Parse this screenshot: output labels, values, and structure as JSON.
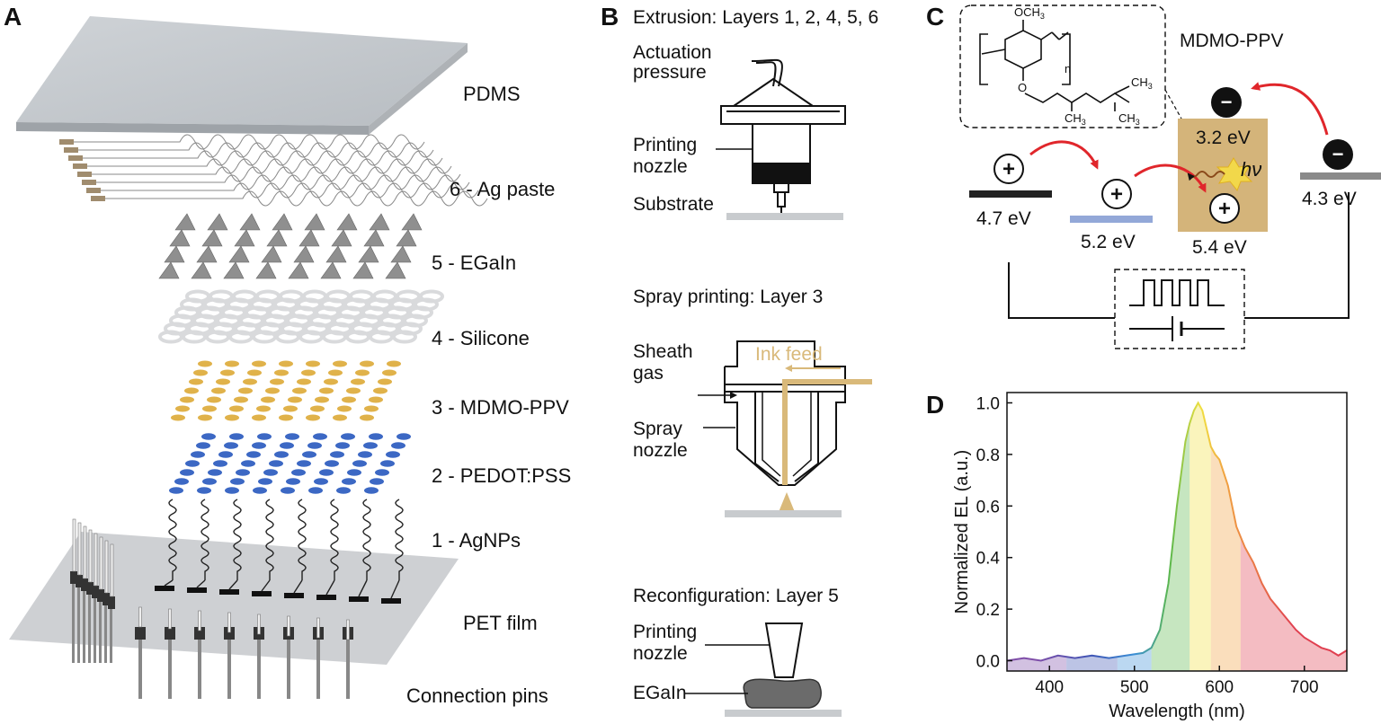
{
  "panels": {
    "a": {
      "letter": "A",
      "layers": {
        "pdms": "PDMS",
        "ag_paste": "6 - Ag paste",
        "egain": "5 - EGaIn",
        "silicone": "4 - Silicone",
        "mdmo": "3 - MDMO-PPV",
        "pedot": "2 - PEDOT:PSS",
        "agnps": "1 - AgNPs",
        "pet": "PET film",
        "pins": "Connection pins"
      },
      "colors": {
        "pdms": "#c3c7cb",
        "ag": "#a08c6e",
        "egain": "#8f8f8f",
        "silicone": "#d9dadc",
        "mdmo": "#e0b24a",
        "pedot": "#3c68c4",
        "pet": "#c6c8cb"
      }
    },
    "b": {
      "letter": "B",
      "extrusion": {
        "title": "Extrusion: Layers 1, 2, 4, 5, 6",
        "actuation": [
          "Actuation",
          "pressure"
        ],
        "nozzle": [
          "Printing",
          "nozzle"
        ],
        "substrate": "Substrate"
      },
      "spray": {
        "title": "Spray printing: Layer 3",
        "sheath": [
          "Sheath",
          "gas"
        ],
        "ink_feed": "Ink feed",
        "nozzle": [
          "Spray",
          "nozzle"
        ]
      },
      "reconfig": {
        "title": "Reconfiguration: Layer 5",
        "nozzle": [
          "Printing",
          "nozzle"
        ],
        "egain": "EGaIn"
      },
      "colors": {
        "ink": "#d9b97a",
        "substrate": "#c8cbce",
        "blob": "#6b6b6b"
      }
    },
    "c": {
      "letter": "C",
      "polymer": "MDMO-PPV",
      "chem": {
        "och3": "OCH",
        "ch3": "CH",
        "sub3": "3",
        "n": "n"
      },
      "levels": {
        "l1": "4.7 eV",
        "l2": "5.2 eV",
        "l3": "5.4 eV",
        "l4": "3.2 eV",
        "l5": "4.3 eV"
      },
      "hv": "hν",
      "plus": "+",
      "minus": "−",
      "colors": {
        "emitter": "#d4b47a",
        "pedot_level": "#93a8d8",
        "cathode": "#8a8a8a",
        "arrow": "#e0262b"
      }
    }
  },
  "chart_data": {
    "type": "area",
    "panel_letter": "D",
    "xlabel": "Wavelength (nm)",
    "ylabel": "Normalized EL (a.u.)",
    "xlim": [
      350,
      750
    ],
    "ylim": [
      -0.04,
      1.04
    ],
    "xticks": [
      "400",
      "500",
      "600",
      "700"
    ],
    "yticks": [
      "0.0",
      "0.2",
      "0.4",
      "0.6",
      "0.8",
      "1.0"
    ],
    "x": [
      350,
      370,
      390,
      410,
      430,
      450,
      470,
      490,
      510,
      520,
      530,
      540,
      550,
      560,
      565,
      570,
      575,
      580,
      585,
      590,
      595,
      600,
      610,
      620,
      630,
      640,
      650,
      660,
      670,
      680,
      690,
      700,
      710,
      720,
      730,
      740,
      750
    ],
    "y": [
      0.0,
      0.01,
      0.0,
      0.02,
      0.01,
      0.02,
      0.01,
      0.02,
      0.03,
      0.05,
      0.12,
      0.3,
      0.6,
      0.85,
      0.92,
      0.97,
      1.0,
      0.97,
      0.9,
      0.83,
      0.8,
      0.78,
      0.68,
      0.52,
      0.44,
      0.38,
      0.3,
      0.24,
      0.2,
      0.16,
      0.12,
      0.09,
      0.07,
      0.05,
      0.04,
      0.02,
      0.04
    ],
    "band_edges": [
      350,
      420,
      480,
      520,
      565,
      590,
      625,
      750
    ],
    "band_colors": [
      "#7f4ea8",
      "#3e55b5",
      "#3b8fd6",
      "#5cb84a",
      "#f0e040",
      "#f0a040",
      "#e04050"
    ]
  }
}
